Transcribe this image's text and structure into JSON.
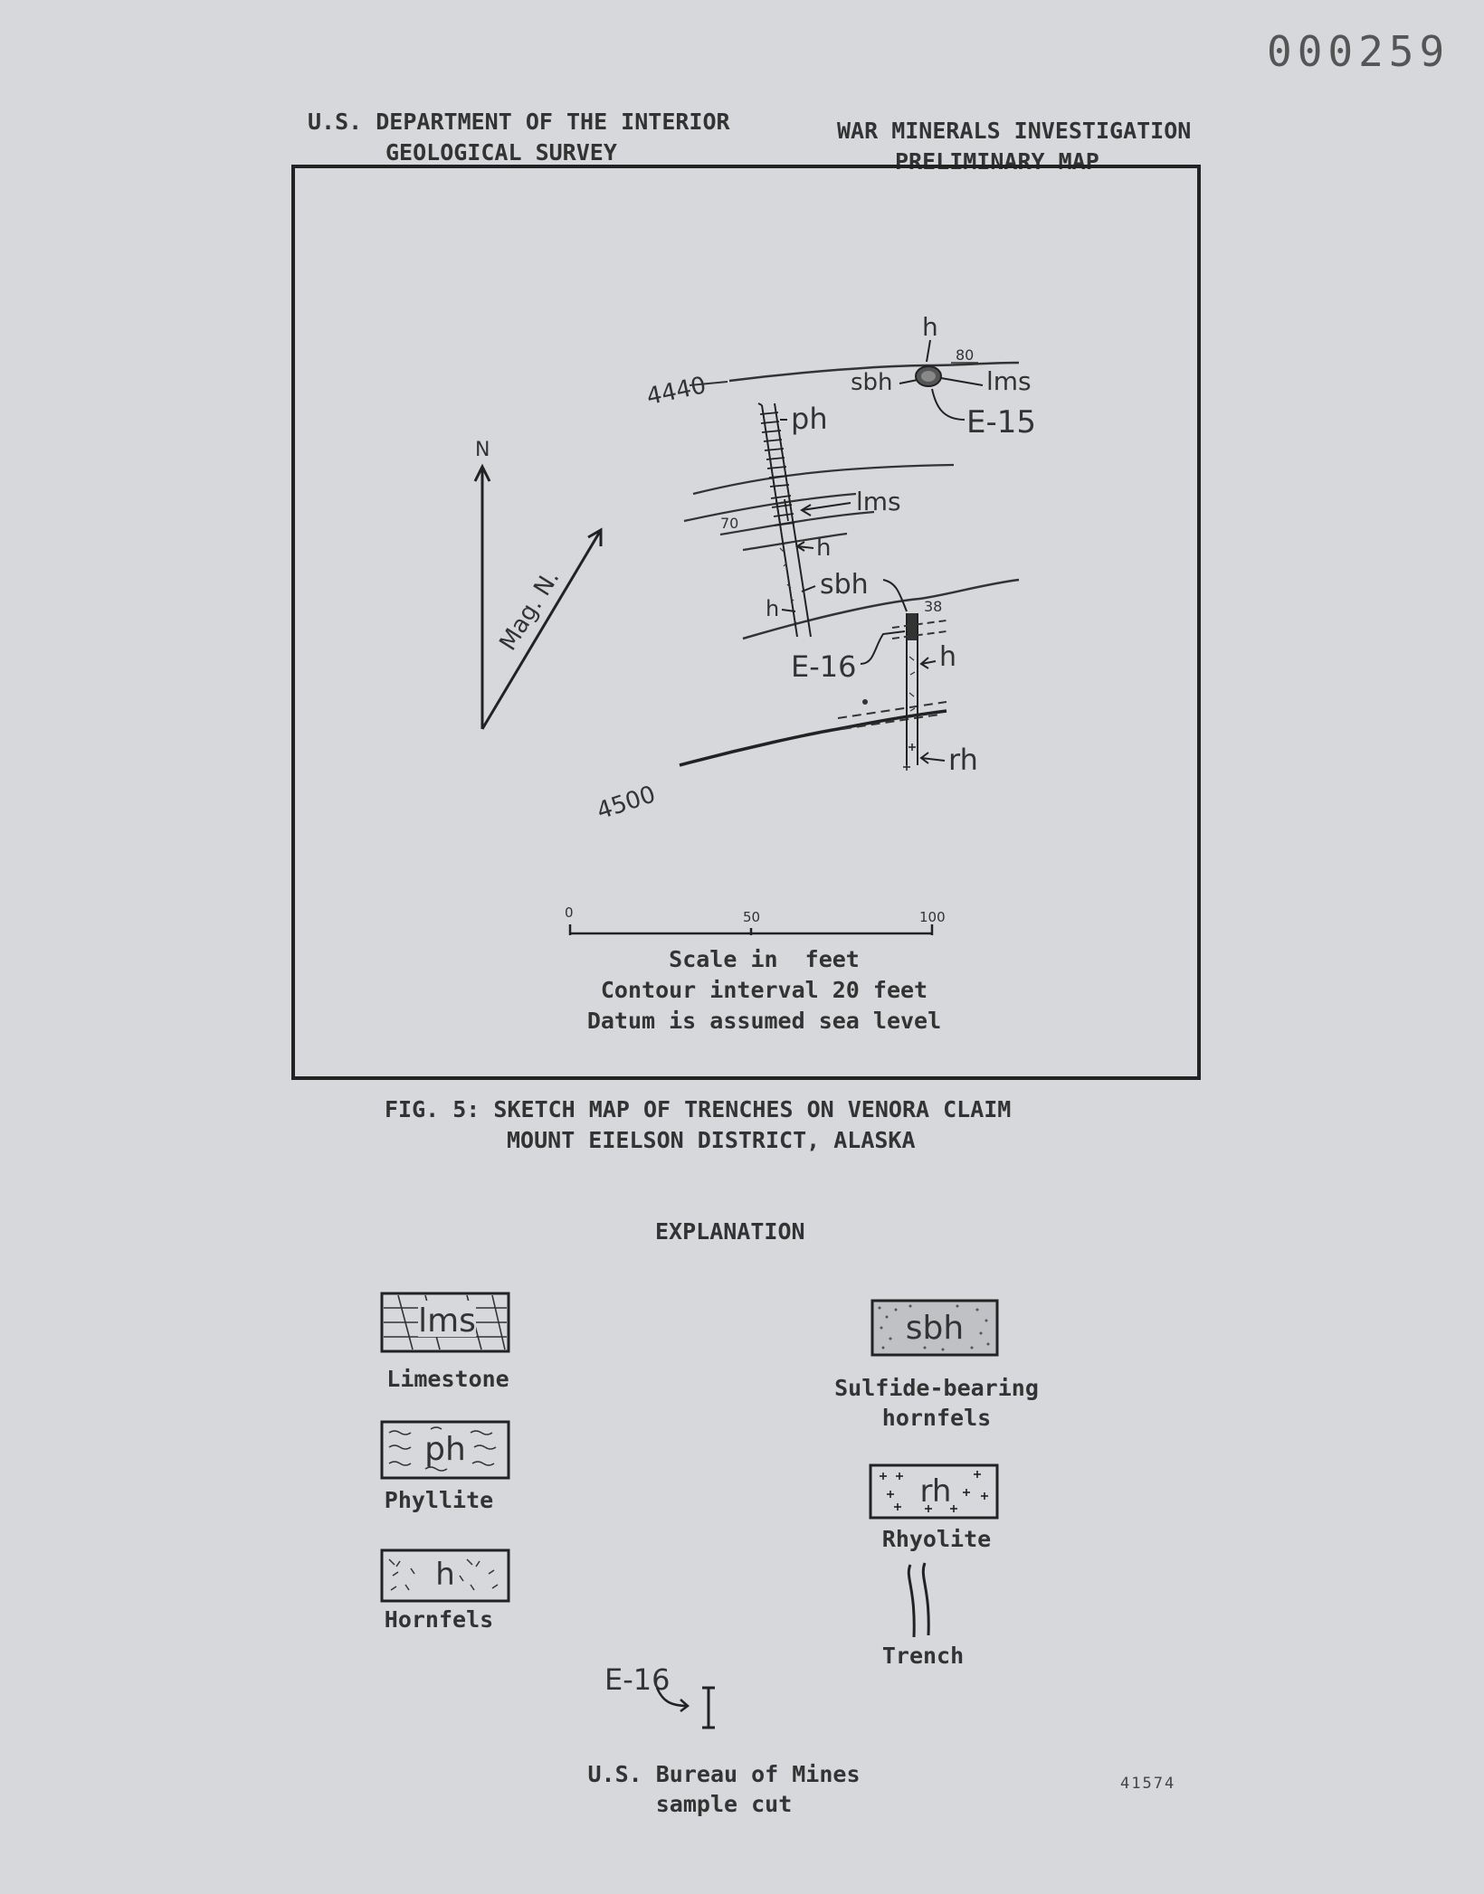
{
  "doc_number": "000259",
  "header": {
    "left_line1": "U.S. DEPARTMENT OF THE INTERIOR",
    "left_line2": "GEOLOGICAL SURVEY",
    "right_line1": "WAR MINERALS INVESTIGATION",
    "right_line2": "PRELIMINARY MAP"
  },
  "map": {
    "north_label": "N",
    "mag_north_label": "Mag. N.",
    "contours": [
      "4440",
      "4500"
    ],
    "labels": {
      "h_top": "h",
      "dip_80": "80",
      "sbh_top": "sbh",
      "lms_top": "lms",
      "e15": "E-15",
      "ph": "ph",
      "lms_mid": "lms",
      "dip_70": "70",
      "h_mid": "h",
      "sbh_mid": "sbh",
      "h_left": "h",
      "dip_38": "38",
      "e16": "E-16",
      "h_lower": "h",
      "rh": "rh"
    },
    "scale": {
      "ticks": [
        "0",
        "50",
        "100"
      ],
      "line1": "Scale in  feet",
      "line2": "Contour interval 20 feet",
      "line3": "Datum is assumed sea level"
    }
  },
  "figure_caption": {
    "line1": "FIG. 5: SKETCH MAP OF TRENCHES ON VENORA CLAIM",
    "line2": "MOUNT EIELSON DISTRICT, ALASKA"
  },
  "explanation": {
    "title": "EXPLANATION",
    "items": [
      {
        "symbol": "lms",
        "label": "Limestone"
      },
      {
        "symbol": "ph",
        "label": "Phyllite"
      },
      {
        "symbol": "h",
        "label": "Hornfels"
      },
      {
        "symbol": "sbh",
        "label_line1": "Sulfide-bearing",
        "label_line2": "hornfels"
      },
      {
        "symbol": "rh",
        "label": "Rhyolite"
      },
      {
        "symbol": "trench",
        "label": "Trench"
      },
      {
        "symbol": "E-16",
        "label_line1": "U.S. Bureau of Mines",
        "label_line2": "sample cut"
      }
    ]
  },
  "footer_number": "41574"
}
